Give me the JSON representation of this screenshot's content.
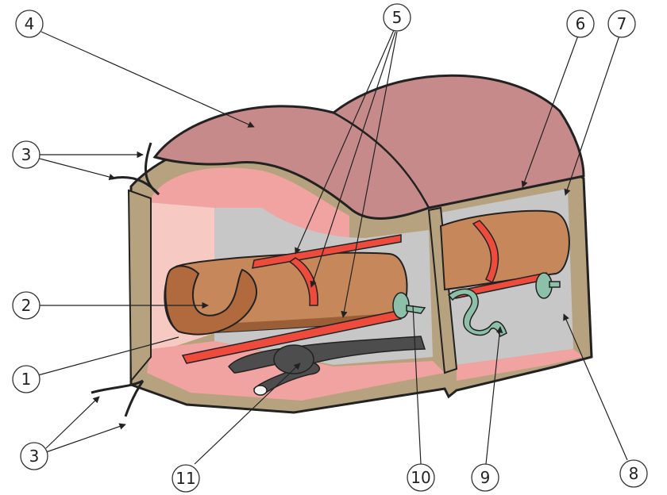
{
  "callouts": {
    "c1": "1",
    "c2": "2",
    "c3_top": "3",
    "c3_bottom": "3",
    "c4": "4",
    "c5": "5",
    "c6": "6",
    "c7": "7",
    "c8": "8",
    "c9": "9",
    "c10": "10",
    "c11": "11"
  },
  "colors": {
    "outer_membrane": "#c68a8a",
    "outer_membrane_dark": "#b97878",
    "wall_tan": "#b6a27e",
    "wall_outline": "#222222",
    "inner_pink": "#f0a3a0",
    "inner_pink_light": "#f6c9c2",
    "cavity_gray": "#c7c7c7",
    "cavity_dark": "#a9a9a9",
    "intestine_brown": "#c6875b",
    "intestine_dark": "#9b5f37",
    "vessel_red": "#ee4b3c",
    "nerve_dark": "#555555",
    "organ_green": "#88b8a0"
  }
}
